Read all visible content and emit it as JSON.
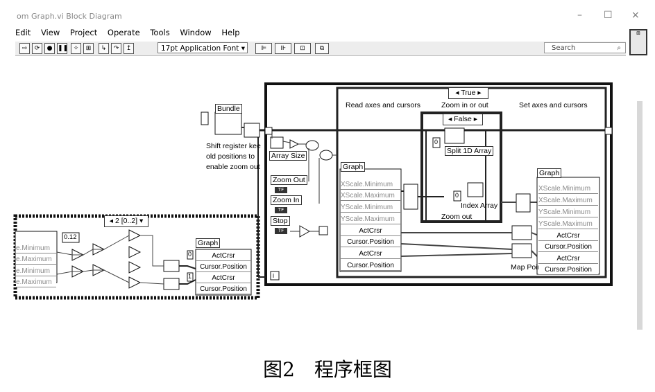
{
  "window": {
    "title": "om Graph.vi Block Diagram",
    "minimize_glyph": "–",
    "maximize_glyph": "☐",
    "close_glyph": "×"
  },
  "menu": [
    "Edit",
    "View",
    "Project",
    "Operate",
    "Tools",
    "Window",
    "Help"
  ],
  "toolbar": {
    "font_selector": "17pt Application Font",
    "search_placeholder": "Search",
    "help_glyph": "?"
  },
  "diagram": {
    "case_selector": "True",
    "inner_case_selector": "False",
    "stacked_sequence_selector": "2 [0..2]",
    "frame_labels": {
      "read": "Read axes and cursors",
      "zoom": "Zoom in or out",
      "set": "Set axes and cursors"
    },
    "bundle_label": "Bundle",
    "shift_register_comment": [
      "Shift register kee",
      "old positions to",
      "enable zoom out"
    ],
    "array_size_label": "Array Size",
    "split_label": "Split 1D Array",
    "index_array_label": "Index Array",
    "zoom_out_inner_label": "Zoom out",
    "map_pointer_label": "Map Pointer",
    "controls": [
      "Zoom Out",
      "Zoom In",
      "Stop"
    ],
    "tf_label": "TF",
    "const_value": "0.12",
    "const_0": "0",
    "const_1": "1",
    "loop_index": "i",
    "graph_read": {
      "title": "Graph",
      "items": [
        "XScale.Minimum",
        "XScale.Maximum",
        "YScale.Minimum",
        "YScale.Maximum",
        "ActCrsr",
        "Cursor.Position",
        "ActCrsr",
        "Cursor.Position"
      ]
    },
    "graph_write": {
      "title": "Graph",
      "items": [
        "XScale.Minimum",
        "XScale.Maximum",
        "YScale.Minimum",
        "YScale.Maximum",
        "ActCrsr",
        "Cursor.Position",
        "ActCrsr",
        "Cursor.Position"
      ]
    },
    "graph_left_items": [
      "e.Minimum",
      "e.Maximum",
      "e.Minimum",
      "e.Maximum"
    ],
    "graph_small": {
      "title": "Graph",
      "items": [
        "ActCrsr",
        "Cursor.Position",
        "ActCrsr",
        "Cursor.Position"
      ]
    }
  },
  "caption": "图2　程序框图"
}
